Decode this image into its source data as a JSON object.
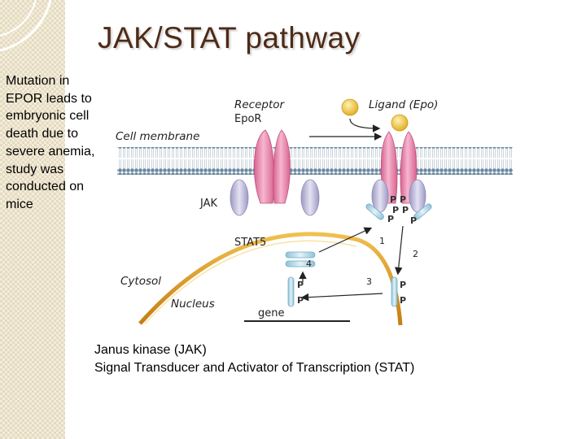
{
  "title": "JAK/STAT pathway",
  "side_note": [
    "Mutation in",
    "EPOR leads to",
    "embryonic cell",
    "death due to",
    "severe anemia,",
    "study was",
    "conducted on",
    "mice"
  ],
  "diagram": {
    "receptor_label": "Receptor",
    "epor_label": "EpoR",
    "ligand_label": "Ligand (Epo)",
    "membrane_label": "Cell membrane",
    "jak_label": "JAK",
    "stat5_label": "STAT5",
    "cytosol_label": "Cytosol",
    "nucleus_label": "Nucleus",
    "gene_label": "gene",
    "phospho": "P",
    "step_1": "1",
    "step_2": "2",
    "step_3": "3",
    "step_4": "4"
  },
  "captions": [
    "Janus kinase (JAK)",
    "Signal Transducer and Activator of Transcription (STAT)"
  ],
  "colors": {
    "title": "#4d2b17",
    "receptor": "#e07fa3",
    "jak": "#b9b6d6",
    "stat": "#a9d3e3",
    "ligand": "#f2c63d",
    "membrane": "#5e7a92",
    "nucleus": "#d9a02d"
  }
}
